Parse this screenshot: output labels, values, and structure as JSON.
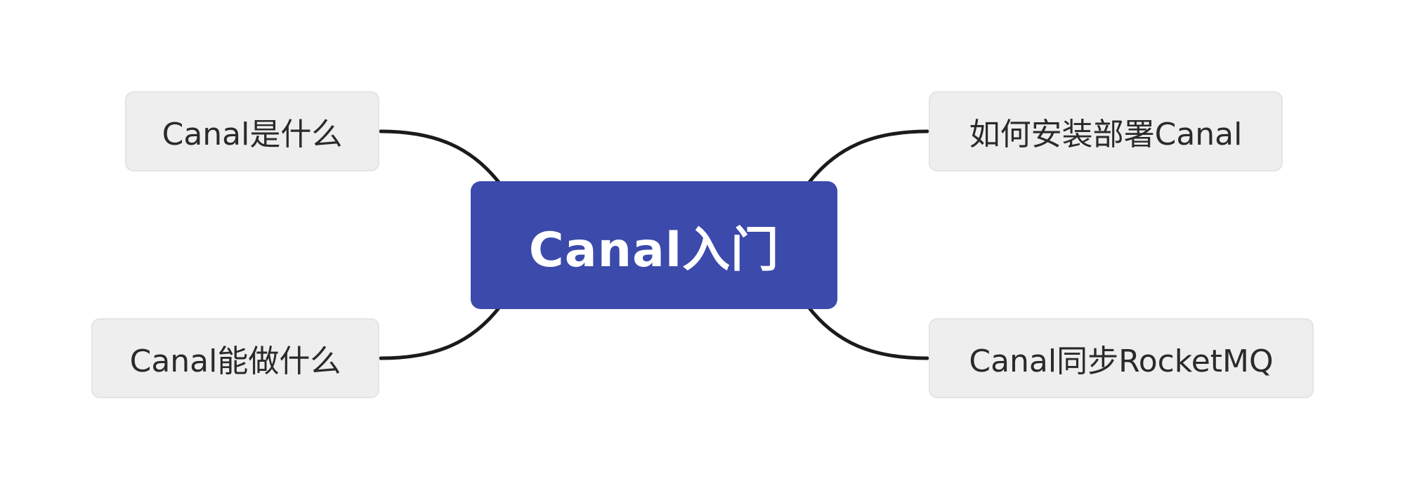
{
  "diagram": {
    "type": "mind-map",
    "root": {
      "label": "Canal入门"
    },
    "branches": [
      {
        "id": "what",
        "label": "Canal是什么",
        "side": "left"
      },
      {
        "id": "install",
        "label": "如何安装部署Canal",
        "side": "right"
      },
      {
        "id": "can-do",
        "label": "Canal能做什么",
        "side": "left"
      },
      {
        "id": "rocketmq",
        "label": "Canal同步RocketMQ",
        "side": "right"
      }
    ],
    "edges": [
      {
        "from": "root",
        "to": "what"
      },
      {
        "from": "root",
        "to": "install"
      },
      {
        "from": "root",
        "to": "can-do"
      },
      {
        "from": "root",
        "to": "rocketmq"
      }
    ]
  },
  "colors": {
    "root_fill": "#3b4aab",
    "root_text": "#ffffff",
    "branch_fill": "#eeeeee",
    "branch_text": "#2a2a2a",
    "connector": "#1b1b1b"
  }
}
